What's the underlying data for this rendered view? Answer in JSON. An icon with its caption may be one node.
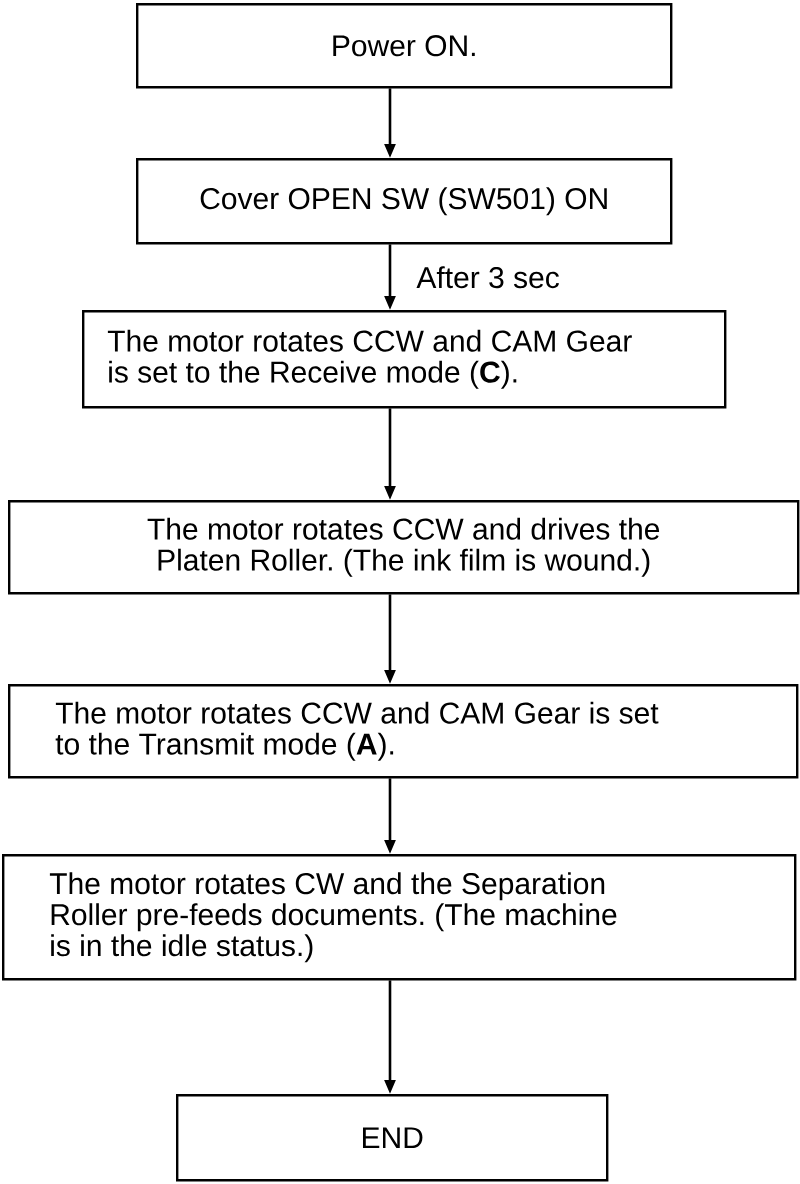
{
  "diagram": {
    "nodes": [
      {
        "text": [
          "Power ON."
        ]
      },
      {
        "text": [
          "Cover OPEN SW (SW501) ON"
        ]
      },
      {
        "text": [
          "The motor rotates CCW and CAM Gear is set to the Receive mode (**C**)."
        ]
      },
      {
        "text": [
          "The motor rotates CCW and drives the Platen Roller. (The ink film is wound.)"
        ]
      },
      {
        "text": [
          "The motor rotates CCW and CAM Gear is set to the Transmit mode (**A**)."
        ]
      },
      {
        "text": [
          "The motor rotates CW and the Separation Roller pre-feeds documents. (The machine is in the idle status.)"
        ]
      },
      {
        "text": [
          "END"
        ]
      }
    ],
    "edges": [
      {
        "from": 0,
        "to": 1,
        "arrow": "to"
      },
      {
        "from": 1,
        "to": 2,
        "arrow": "to",
        "label": "After 3 sec"
      },
      {
        "from": 2,
        "to": 3,
        "arrow": "to"
      },
      {
        "from": 3,
        "to": 4,
        "arrow": "to"
      },
      {
        "from": 4,
        "to": 5,
        "arrow": "to"
      },
      {
        "from": 5,
        "to": 6,
        "arrow": "to"
      }
    ]
  }
}
